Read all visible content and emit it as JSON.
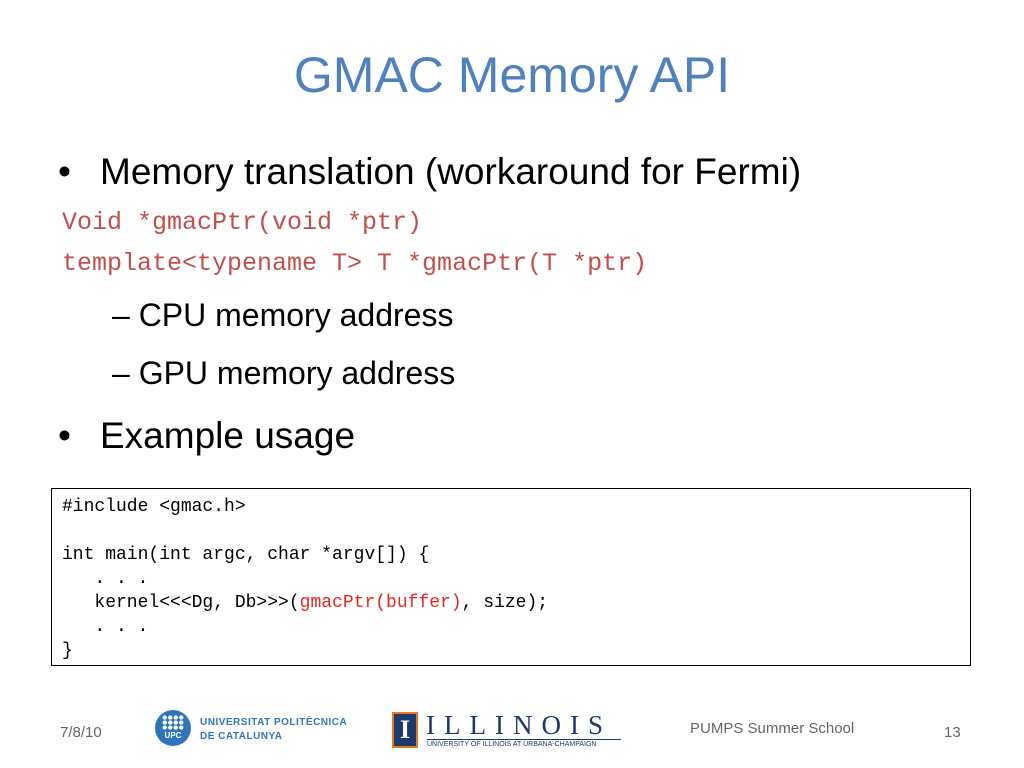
{
  "slide": {
    "title": "GMAC Memory API",
    "bullets": [
      {
        "marker": "•",
        "text": "Memory translation (workaround for Fermi)"
      },
      {
        "marker": "•",
        "text": "Example usage"
      }
    ],
    "signatures": [
      "Void *gmacPtr(void *ptr)",
      "template<typename T> T *gmacPtr(T *ptr)"
    ],
    "sub_bullets": [
      "– CPU memory address",
      "– GPU memory address"
    ],
    "code_block": {
      "line1": "#include <gmac.h>",
      "line2": "",
      "line3": "int main(int argc, char *argv[]) {",
      "line4": "   . . .",
      "line5_pre": "   kernel<<<Dg, Db>>>(",
      "line5_hl": "gmacPtr(buffer)",
      "line5_post": ", size);",
      "line6": "   . . .",
      "line7": "}"
    },
    "highlight_color": "#e8261f",
    "title_color": "#4f81bd",
    "signature_color": "#c0504d"
  },
  "footer": {
    "date": "7/8/10",
    "title": "PUMPS Summer School",
    "page": "13",
    "logo_upc": {
      "abbr": "UPC",
      "line1": "UNIVERSITAT POLITÈCNICA",
      "line2": "DE CATALUNYA"
    },
    "logo_illinois": {
      "mark": "I",
      "name": "ILLINOIS",
      "sub": "UNIVERSITY OF ILLINOIS AT URBANA-CHAMPAIGN"
    }
  }
}
